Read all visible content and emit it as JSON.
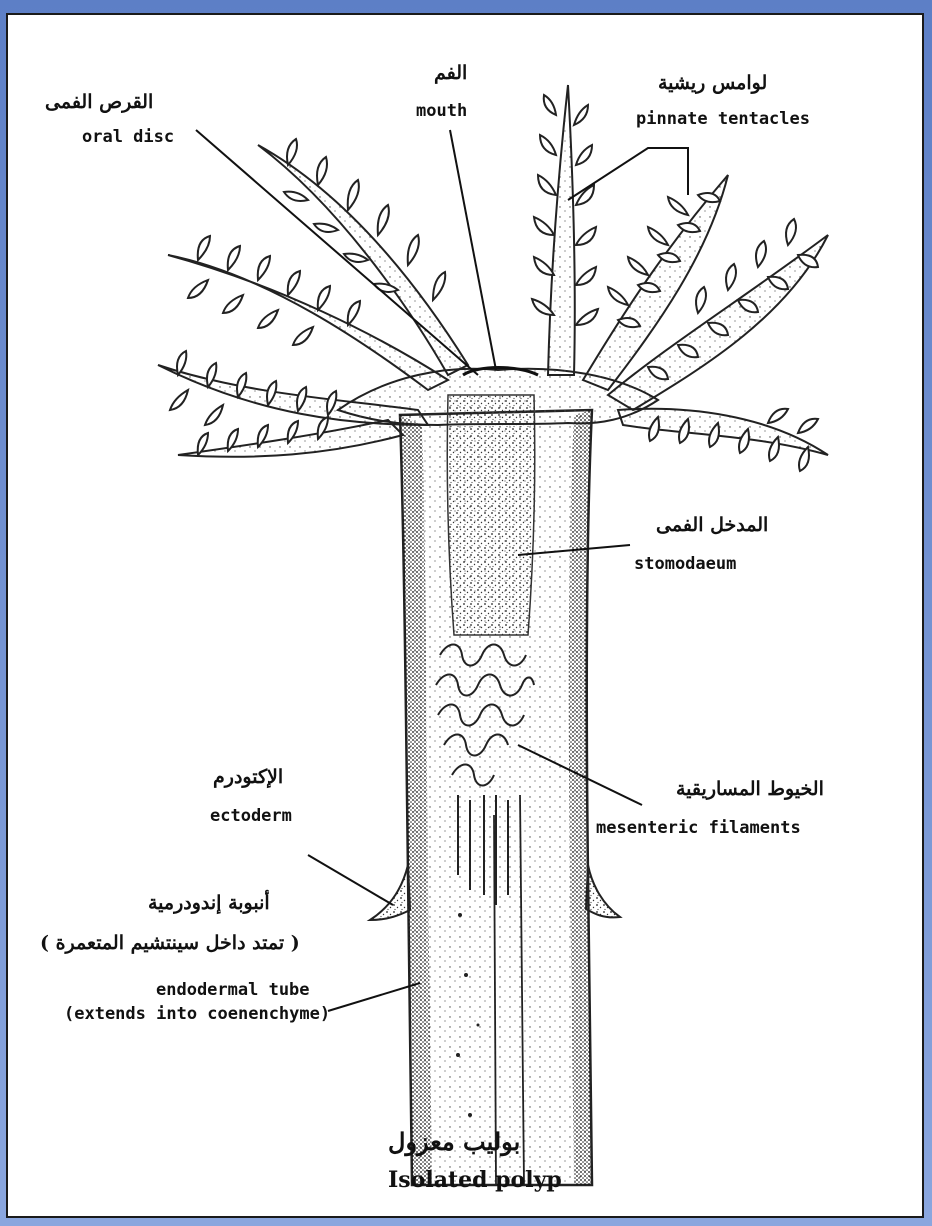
{
  "labels": {
    "oral_disc": {
      "ar": "القرص الفمى",
      "en": "oral disc"
    },
    "mouth": {
      "ar": "الفم",
      "en": "mouth"
    },
    "pinnate_tentacles": {
      "ar": "لوامس ريشية",
      "en": "pinnate tentacles"
    },
    "stomodaeum": {
      "ar": "المدخل الفمى",
      "en": "stomodaeum"
    },
    "mesenteric_filaments": {
      "ar": "الخيوط المساريقية",
      "en": "mesenteric filaments"
    },
    "ectoderm": {
      "ar": "الإكتودرم",
      "en": "ectoderm"
    },
    "endodermal_tube": {
      "ar_line1": "أنبوبة إندودرمية",
      "ar_line2": "( تمتد داخل سينتشيم المتعمرة )",
      "en_line1": "endodermal tube",
      "en_line2": "(extends into coenenchyme)"
    }
  },
  "caption": {
    "ar": "بوليب معزول",
    "en": "Isolated polyp"
  },
  "colors": {
    "frame": "#6f8fcf",
    "ink": "#111111",
    "paper": "#ffffff"
  }
}
